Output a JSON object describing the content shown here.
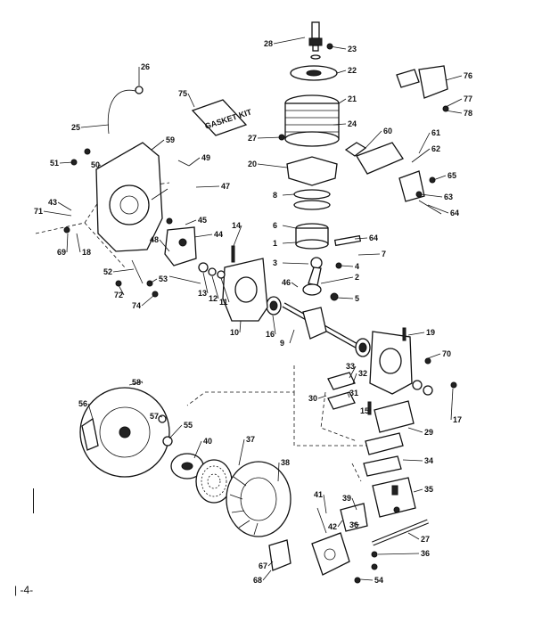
{
  "kit_box_label": "GASKET KIT",
  "page_number": "| -4-",
  "callouts": [
    "28",
    "23",
    "22",
    "76",
    "77",
    "78",
    "21",
    "24",
    "27",
    "20",
    "60",
    "61",
    "62",
    "65",
    "63",
    "64",
    "75",
    "26",
    "25",
    "59",
    "49",
    "51",
    "50",
    "47",
    "43",
    "71",
    "69",
    "18",
    "45",
    "44",
    "48",
    "52",
    "53",
    "72",
    "74",
    "13",
    "12",
    "11",
    "10",
    "14",
    "16",
    "9",
    "8",
    "6",
    "1",
    "64",
    "7",
    "3",
    "4",
    "46",
    "2",
    "5",
    "70",
    "19",
    "15",
    "33",
    "32",
    "31",
    "30",
    "17",
    "35",
    "29",
    "34",
    "39",
    "36",
    "58",
    "56",
    "57",
    "55",
    "40",
    "37",
    "38",
    "41",
    "42",
    "67",
    "68",
    "27",
    "36",
    "54"
  ]
}
